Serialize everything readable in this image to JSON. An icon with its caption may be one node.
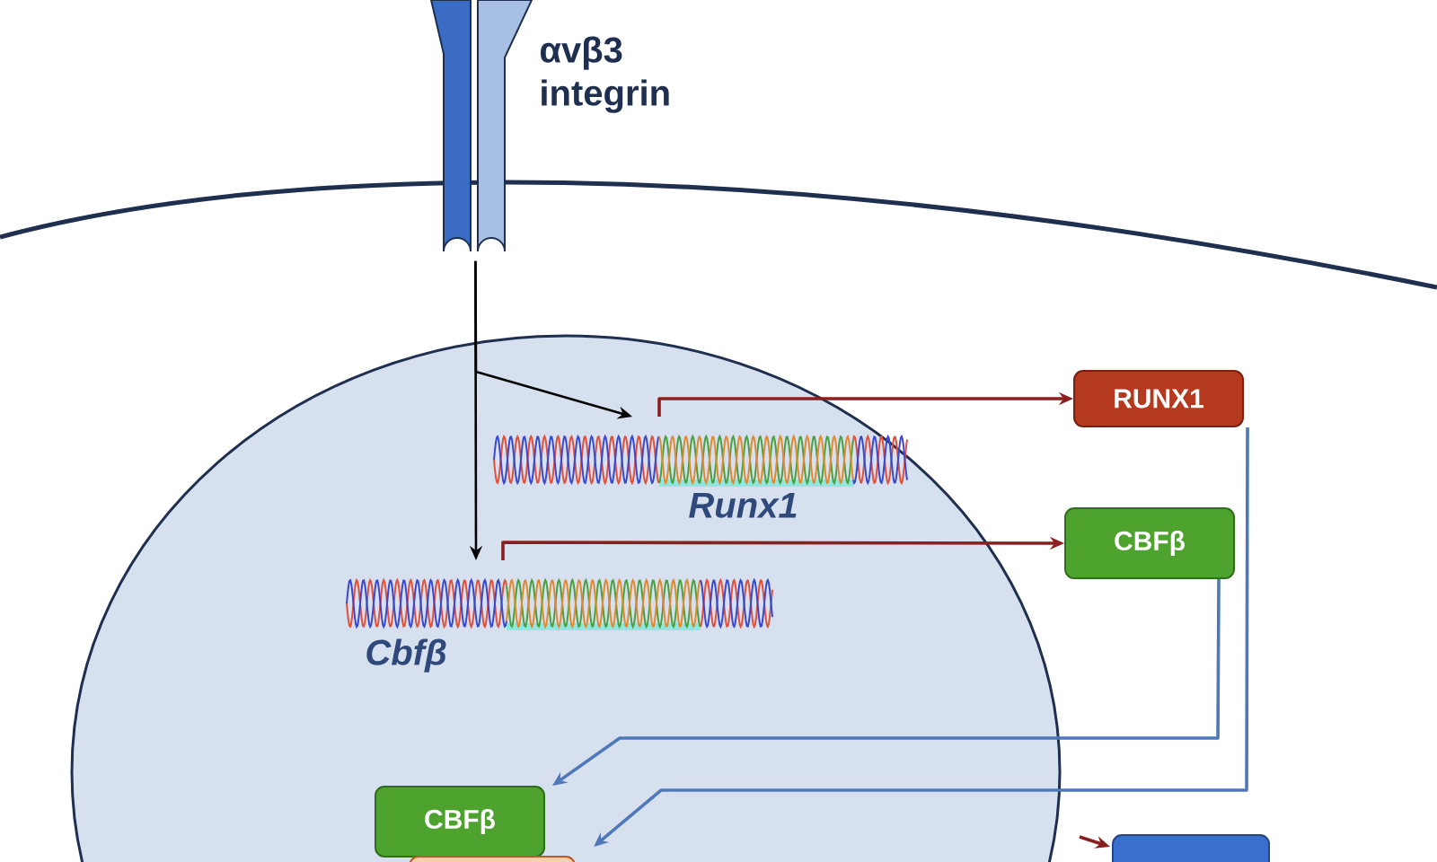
{
  "diagram": {
    "nodes": [
      {
        "text": [],
        "shape": "picture",
        "beside": [
          "αvβ3 integrin"
        ]
      },
      {
        "text": [],
        "shape": "ellipse"
      },
      {
        "text": [
          "Runx1"
        ],
        "in": 1
      },
      {
        "text": [
          "Cbfβ"
        ],
        "in": 1
      },
      {
        "text": [
          "RUNX1"
        ]
      },
      {
        "text": [
          "CBFβ"
        ]
      },
      {
        "text": [
          "CBFβ"
        ],
        "in": 1
      },
      {
        "text": [],
        "shape": "box",
        "in": 1
      },
      {
        "text": [],
        "shape": "box"
      }
    ],
    "edges": [
      {
        "from": 0,
        "to": 2,
        "arrow": "to",
        "color": "#000000"
      },
      {
        "from": 0,
        "to": 3,
        "arrow": "to",
        "color": "#000000"
      },
      {
        "from": 2,
        "to": 4,
        "arrow": "to",
        "color": "#8b1f1f"
      },
      {
        "from": 3,
        "to": 5,
        "arrow": "to",
        "color": "#8b1f1f"
      },
      {
        "from": 5,
        "to": 6,
        "arrow": "to",
        "color": "#4f78b8"
      },
      {
        "from": 4,
        "to": 7,
        "arrow": "to",
        "color": "#4f78b8"
      },
      {
        "from": null,
        "to": 8,
        "arrow": "to",
        "color": "#8b1f1f"
      }
    ]
  }
}
